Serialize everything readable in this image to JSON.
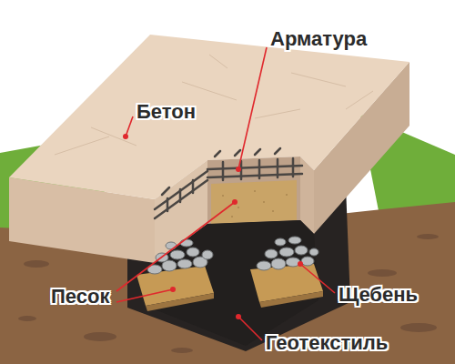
{
  "diagram": {
    "labels": [
      "Бетон",
      "Арматура",
      "Песок",
      "Щебень",
      "Геотекстиль"
    ]
  }
}
